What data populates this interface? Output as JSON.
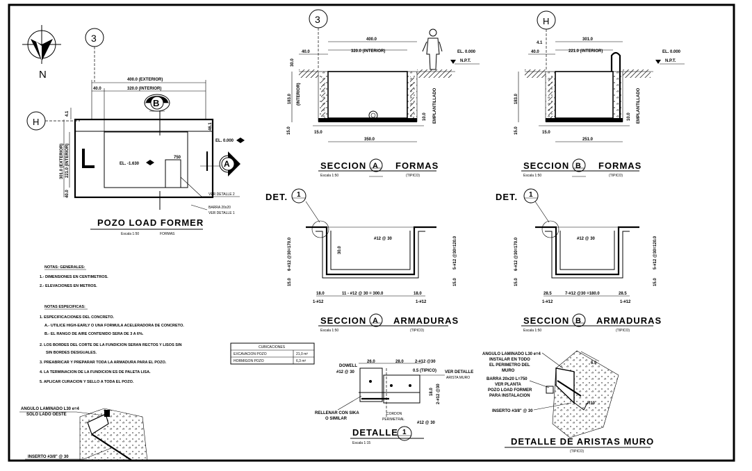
{
  "north": {
    "label": "N"
  },
  "grid_bubbles": {
    "three": "3",
    "h": "H"
  },
  "plan": {
    "title": "POZO LOAD FORMER",
    "scale": "Escala 1:50",
    "sub": "FORMAS",
    "dim_ext": "400.0 (EXTERIOR)",
    "dim_int": "320.0 (INTERIOR)",
    "dim_40": "40.0",
    "dim_vert_ext": "301.0 (EXTERIOR)",
    "dim_vert_int": "221.0 (INTERIOR)",
    "dim_40v": "40.0",
    "dim_41": "4.1",
    "dim_46": "46.1",
    "elev_center": "EL. -1.630",
    "elev_ext": "EL. 0.000",
    "dim_750": "750",
    "sec_a": "A",
    "sec_b": "B",
    "note_det2": "VER DETALLE 2",
    "note_barra": "BARRA 20x20",
    "note_det1": "VER DETALLE 1"
  },
  "sec_a_formas": {
    "title_pre": "SECCION",
    "letter": "A",
    "title_post": "FORMAS",
    "scale": "Escala 1:50",
    "tipico": "(TIPICO)",
    "dim_total": "400.0",
    "dim_int": "320.0 (INTERIOR)",
    "dim_40": "40.0",
    "el": "EL. 0.000",
    "npt": "N.P.T.",
    "dim_bottom": "350.0",
    "dim_15": "15.0",
    "dim_15b": "15.0",
    "dim_v": "183.0",
    "int_label": "(INTERIOR)",
    "dim_300": "30.0",
    "emplantillado": "EMPLANTILLADO",
    "dim_10": "10.0"
  },
  "sec_b_formas": {
    "title_pre": "SECCION",
    "letter": "B",
    "title_post": "FORMAS",
    "scale": "Escala 1:50",
    "tipico": "(TIPICO)",
    "dim_total": "301.0",
    "dim_int": "221.0 (INTERIOR)",
    "dim_40": "40.0",
    "dim_41": "4.1",
    "el": "EL. 0.000",
    "npt": "N.P.T.",
    "dim_bottom": "251.0",
    "dim_15": "15.0",
    "dim_15b": "15.0",
    "dim_v": "183.0",
    "emplantillado": "EMPLANTILLADO",
    "dim_10": "10.0"
  },
  "sec_a_arm": {
    "title_pre": "SECCION",
    "letter": "A",
    "title_post": "ARMADURAS",
    "scale": "Escala 1:50",
    "tipico": "(TIPICO)",
    "det": "DET.",
    "det_num": "1",
    "bar_top": "#12 @ 30",
    "bar_left": "6-#12 @30=170.0",
    "bar_right": "5-#12 @30=120.0",
    "dim_300": "30.0",
    "dim_15": "15.0",
    "dim_15r": "15.0",
    "dim_18l": "18.0",
    "dim_mid": "11 - #12 @ 30 = 300.0",
    "dim_18r": "18.0",
    "bar_l": "1-#12",
    "bar_r": "1-#12"
  },
  "sec_b_arm": {
    "title_pre": "SECCION",
    "letter": "B",
    "title_post": "ARMADURAS",
    "scale": "Escala 1:50",
    "tipico": "(TIPICO)",
    "det": "DET.",
    "det_num": "1",
    "bar_top": "#12 @ 30",
    "bar_left": "6-#12 @30=170.0",
    "bar_right": "5-#12 @30=120.0",
    "dim_15": "15.0",
    "dim_15r": "15.0",
    "dim_28l": "28.5",
    "dim_mid": "7-#12 @30 =180.0",
    "dim_28r": "28.5",
    "bar_l": "1-#12",
    "bar_r": "1-#12"
  },
  "notes": {
    "gen_title": "NOTAS: GENERALES:",
    "gen": [
      "1.- DIMENSIONES EN CENTIMETROS.",
      "2.- ELEVACIONES EN METROS."
    ],
    "esp_title": "NOTAS ESPECIFICAS:",
    "esp": [
      "1. ESPECIFICACIONES DEL CONCRETO.",
      "A.- UTILICE HIGH-EARLY O UNA FORMULA ACELERADORA DE CONCRETO.",
      "B.- EL RANGO DE AIRE CONTENIDO SERA DE 3 A 6%.",
      "2. LOS BORDES DEL CORTE DE LA FUNDICION SERAN RECTOS Y LISOS SIN",
      "SIN BORDES DESIGUALES.",
      "3. PREABRICAR Y PREPARAR TODA LA ARMADURA PARA EL POZO.",
      "4. LA TERMINACION DE LA FUNDICION ES DE PALETA LISA.",
      "5. APLICAR CURACION Y SELLO A TODA EL POZO."
    ]
  },
  "quantities": {
    "header": "CUBICACIONES",
    "rows": [
      {
        "label": "EXCAVACION POZO",
        "value": "21,0 m³"
      },
      {
        "label": "HORMIGON POZO",
        "value": "6,3 m³"
      }
    ]
  },
  "detalle1": {
    "title": "DETALLE",
    "num": "1",
    "scale": "Escala 1:15",
    "dowell": "DOWELL",
    "dowell_bar": "#12 @ 30",
    "d26": "26.0",
    "d28": "28.0",
    "bars_top": "2-#12 @30",
    "d05": "0.5 (TIPICO)",
    "ver_det": "VER DETALLE",
    "arista": "ARISTA MURO",
    "d18": "18.0",
    "bars_side": "2-#12 @30",
    "relleno": "RELLENAR CON SIKA",
    "similar": "O SIMILAR",
    "cordon": "CORDON",
    "perimetral": "PERIMETRAL",
    "bar_bottom": "#12 @ 30"
  },
  "detalle_aristas": {
    "title": "DETALLE  DE ARISTAS MURO",
    "tipico": "(TIPICO)",
    "angulo": "ANGULO LAMINADO L30 e=4",
    "instalar": "INSTALAR EN TODO",
    "perimetro": "EL PERIMETRO DEL",
    "muro": "MURO",
    "barra": "BARRA 20x20 L=750",
    "ver_planta": "VER PLANTA",
    "pozo": "POZO LOAD FORMER",
    "para": "PARA INSTALACION",
    "inserto": "INSERTO #3/8\" @ 30",
    "d65": "6.5",
    "r": "R10"
  },
  "detalle_left": {
    "angulo": "ANGULO LAMINADO L30 e=4",
    "solo": "SOLO LADO OESTE",
    "inserto": "INSERTO #3/8\" @ 30"
  }
}
